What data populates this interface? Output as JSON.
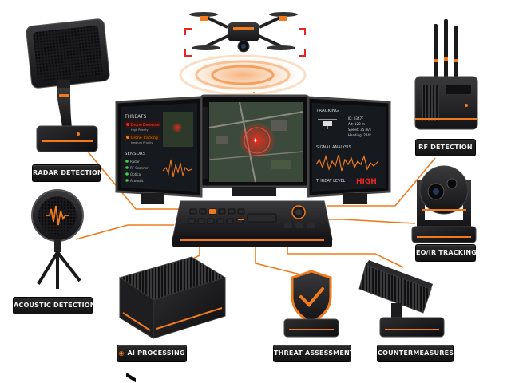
{
  "components": {
    "radar": {
      "label": "RADAR DETECTION"
    },
    "rf": {
      "label": "RF DETECTION"
    },
    "acoustic": {
      "label": "ACOUSTIC DETECTION"
    },
    "eoir": {
      "label": "EO/IR TRACKING"
    },
    "ai": {
      "label": "AI PROCESSING",
      "icon": "brain-chip-icon"
    },
    "threat": {
      "label": "THREAT ASSESSMENT",
      "icon": "shield-check-icon"
    },
    "counter": {
      "label": "COUNTERMEASURES"
    }
  },
  "screens": {
    "left": {
      "threats_title": "THREATS",
      "threat_items": [
        "Drone Detected",
        "High Priority",
        "Drone Tracking",
        "Medium Priority"
      ],
      "sensors_title": "SENSORS",
      "sensor_items": [
        "Radar",
        "RF Scanner",
        "Optical",
        "Acoustic"
      ]
    },
    "right": {
      "tracking_title": "TRACKING",
      "tracking_info": [
        "ID: 0347F",
        "Alt: 120 m",
        "Speed: 35 m/s",
        "Heading: 274°"
      ],
      "signal_title": "SIGNAL ANALYSIS",
      "threat_level_label": "THREAT LEVEL",
      "threat_level_value": "HIGH"
    }
  },
  "colors": {
    "accent": "#f07a1c",
    "alert": "#e8261f",
    "device_dark": "#1c1c1e",
    "label_bg": "#1a1a1a"
  }
}
